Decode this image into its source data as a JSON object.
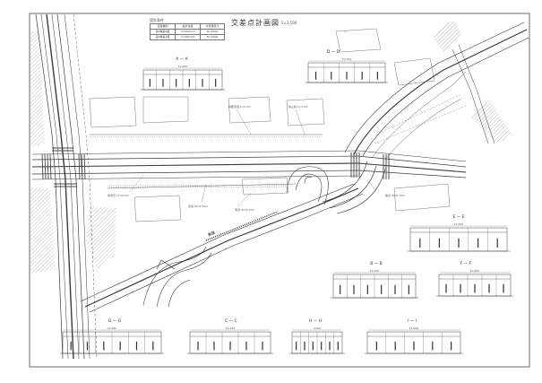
{
  "sheet": {
    "title": "交差点計画図",
    "scale": "S=1:500"
  },
  "spec_table": {
    "heading": "設計条件",
    "rows": [
      [
        "道路種別",
        "設計速度",
        "交通量区分"
      ],
      [
        "第3種第2級",
        "V=60km/h",
        "N=2000"
      ],
      [
        "第4種第1級",
        "V=40km/h",
        "N=1000"
      ]
    ]
  },
  "sections": [
    {
      "label": "D — D",
      "dim": "10,750"
    },
    {
      "label": "A — A",
      "dim": "12,000"
    },
    {
      "label": "E — E",
      "dim": "11,500"
    },
    {
      "label": "B — B",
      "dim": "11,000"
    },
    {
      "label": "F — F",
      "dim": "10,500"
    },
    {
      "label": "G — G",
      "dim": "10,000"
    },
    {
      "label": "C — C",
      "dim": "12,500"
    },
    {
      "label": "H — H",
      "dim": "9,500"
    },
    {
      "label": "I — I",
      "dim": "13,000"
    }
  ],
  "road_label": "県道",
  "notes": [
    "横断歩道 L=5.0m",
    "停止線 L=3.0m",
    "導流帯 L=15.0m",
    "歩道 W=3.50m",
    "車道 W=3.25m",
    "路肩 W=0.75m"
  ],
  "colors": {
    "line": "#3a3a3a",
    "hatch": "#555555",
    "paper": "#ffffff"
  }
}
